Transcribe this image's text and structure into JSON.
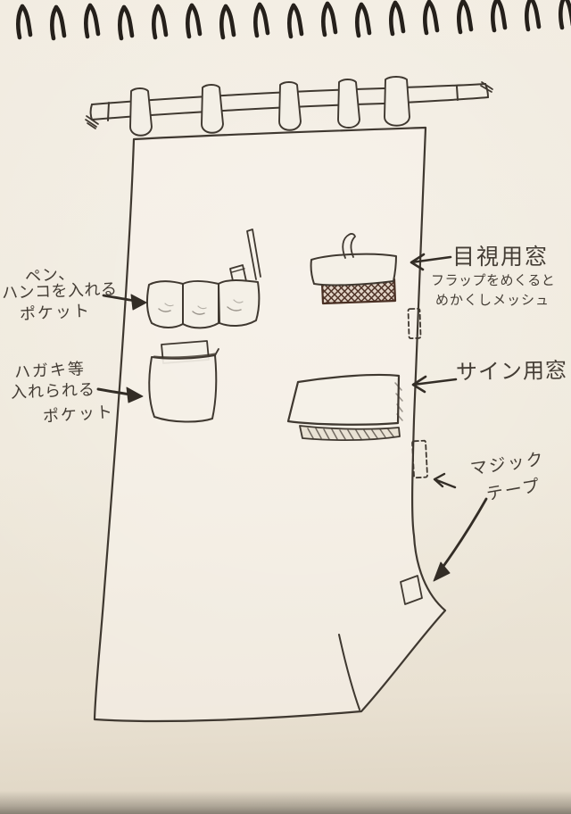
{
  "scene": {
    "description_colors": {
      "paper_color": "#efe9dc",
      "ink_color": "#3f3830",
      "mesh_hatch_color": "#4e3226",
      "spiral_wire_color": "#25201b"
    }
  },
  "labels": {
    "pen_pocket": {
      "line1": "ペン、",
      "line2": "ハンコを入れる",
      "line3": "ポケット"
    },
    "postcard_pocket": {
      "line1": "ハガキ等",
      "line2": "入れられる",
      "line3": "ポケット"
    },
    "viewing_window": {
      "title": "目視用窓",
      "note1": "フラップをめくると",
      "note2": "めかくしメッシュ"
    },
    "sign_window": {
      "title": "サイン用窓"
    },
    "velcro_tape": {
      "line1": "マジック",
      "line2": "テープ"
    }
  }
}
